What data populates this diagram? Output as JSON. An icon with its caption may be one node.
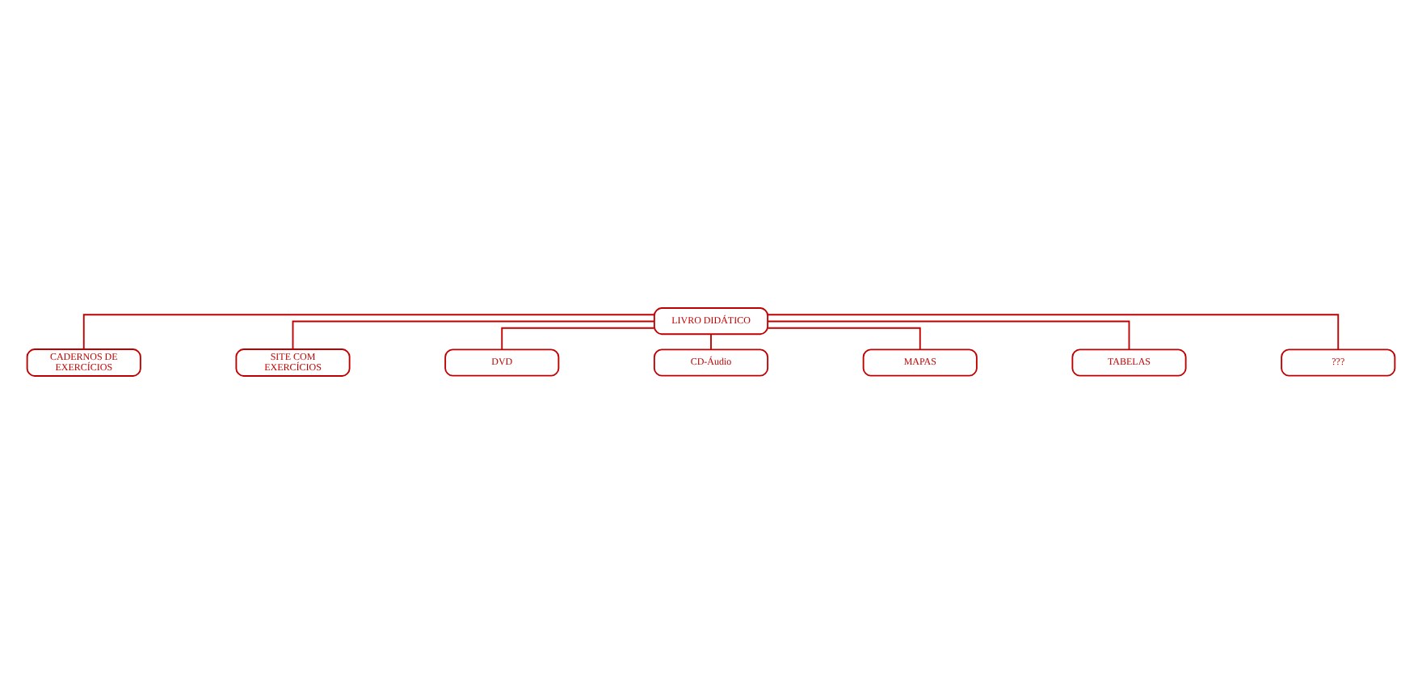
{
  "diagram": {
    "nodes": [
      {
        "text": [
          "LIVRO DIDÁTICO"
        ]
      },
      {
        "text": [
          "CADERNOS DE EXERCÍCIOS"
        ]
      },
      {
        "text": [
          "SITE COM EXERCÍCIOS"
        ]
      },
      {
        "text": [
          "DVD"
        ]
      },
      {
        "text": [
          "CD-Áudio"
        ]
      },
      {
        "text": [
          "MAPAS"
        ]
      },
      {
        "text": [
          "TABELAS"
        ]
      },
      {
        "text": [
          "???"
        ]
      }
    ],
    "edges": [
      {
        "from": 0,
        "to": 1,
        "arrow": "none"
      },
      {
        "from": 0,
        "to": 2,
        "arrow": "none"
      },
      {
        "from": 0,
        "to": 3,
        "arrow": "none"
      },
      {
        "from": 0,
        "to": 4,
        "arrow": "none"
      },
      {
        "from": 0,
        "to": 5,
        "arrow": "none"
      },
      {
        "from": 0,
        "to": 6,
        "arrow": "none"
      },
      {
        "from": 0,
        "to": 7,
        "arrow": "none"
      }
    ]
  }
}
